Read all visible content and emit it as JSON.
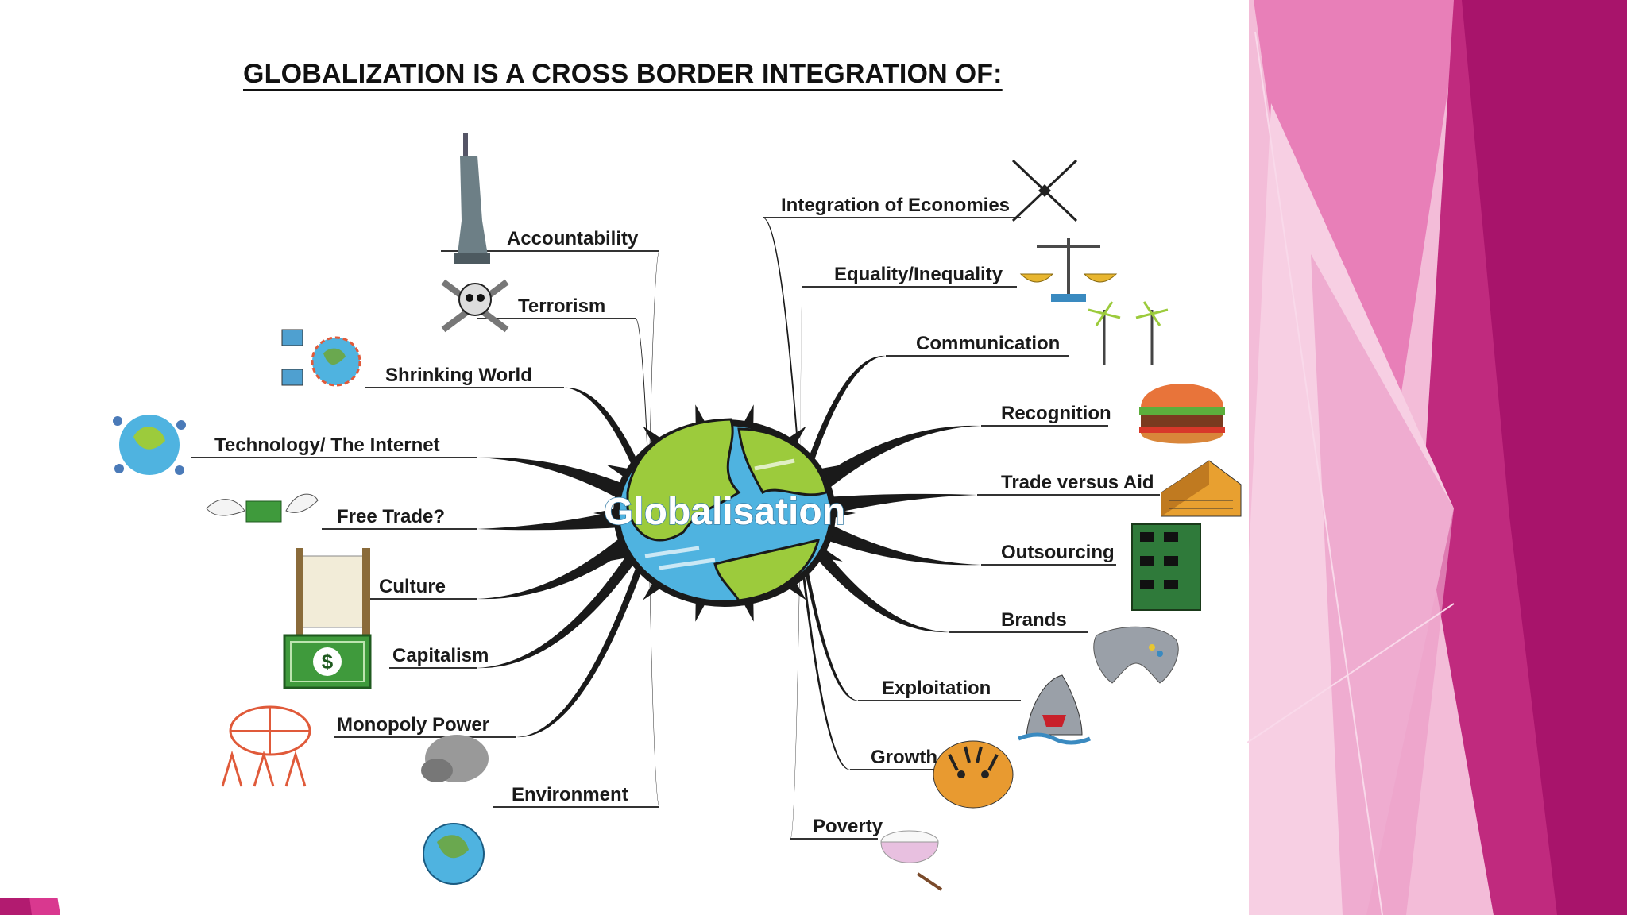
{
  "title": "GLOBALIZATION IS A CROSS BORDER INTEGRATION OF:",
  "center": "Globalisation",
  "colors": {
    "accent_pink": "#e25aa8",
    "accent_magenta": "#b7196e",
    "globe_water": "#4fb3e0",
    "globe_land": "#9ccb3c"
  },
  "branches_left": [
    {
      "label": "Accountability",
      "icon": "statue-of-liberty-icon"
    },
    {
      "label": "Terrorism",
      "icon": "skull-crossbones-icon"
    },
    {
      "label": "Shrinking World",
      "icon": "networked-globe-icon"
    },
    {
      "label": "Technology/ The Internet",
      "icon": "satellite-globe-icon"
    },
    {
      "label": "Free Trade?",
      "icon": "winged-money-icon"
    },
    {
      "label": "Culture",
      "icon": "scroll-icon"
    },
    {
      "label": "Capitalism",
      "icon": "dollar-bill-icon"
    },
    {
      "label": "Monopoly Power",
      "icon": "people-holding-globe-icon"
    },
    {
      "label": "Environment",
      "icon": "polluted-earth-icon"
    }
  ],
  "branches_right": [
    {
      "label": "Integration of Economies",
      "icon": "compass-icon"
    },
    {
      "label": "Equality/Inequality",
      "icon": "scales-icon"
    },
    {
      "label": "Communication",
      "icon": "antenna-towers-icon"
    },
    {
      "label": "Recognition",
      "icon": "hamburger-icon"
    },
    {
      "label": "Trade versus Aid",
      "icon": "building-icon"
    },
    {
      "label": "Outsourcing",
      "icon": "circuit-board-icon"
    },
    {
      "label": "Brands",
      "icon": "game-controller-icon"
    },
    {
      "label": "Exploitation",
      "icon": "shark-icon"
    },
    {
      "label": "Growth",
      "icon": "tiger-icon"
    },
    {
      "label": "Poverty",
      "icon": "rice-bowl-icon"
    }
  ]
}
